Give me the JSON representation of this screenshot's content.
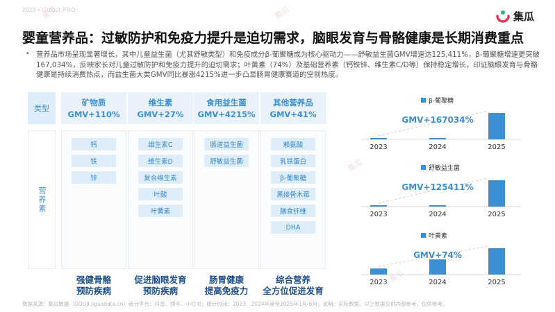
{
  "page": {
    "watermark_text": "集瓜",
    "top_url": "2023 • GUOJI.PRO",
    "brand": "集瓜",
    "title": "婴童营养品：过敏防护和免疫力提升是迫切需求，脑眼发育与骨骼健康是长期消费重点",
    "description": "营养品市场呈现显著增长，其中儿童益生菌（尤其舒敏类型）和免疫成分β-葡聚糖成为核心驱动力——舒敏益生菌GMV增速达125,411%，β-葡聚糖增速更突破167,034%，反映家长对儿童过敏防护和免疫力提升的迫切需求；叶黄素（74%）及基础营养素（钙铁锌、维生素C/D等）保持稳定增长，印证脑眼发育与骨骼健康是持续消费热点，而益生菌大类GMV同比暴涨4215%进一步凸显肠胃健康赛道的空前热度。",
    "bullet": "•",
    "footer": "数据来源：集瓜数据（GOUJI.jiguadata.cn）统计平台：抖音、快手、小红书；统计时间：2023、2024年度至2025年1月-6月；说明：实际数据，以上数据仅供内部参考，仅供参考。"
  },
  "table": {
    "row_labels": {
      "category": "类型",
      "nutrients": "营养素"
    },
    "columns": [
      {
        "name": "矿物质",
        "gmv": "GMV+110%",
        "items": [
          "钙",
          "铁",
          "锌"
        ],
        "benefit": [
          "强健骨骼",
          "预防疾病"
        ]
      },
      {
        "name": "维生素",
        "gmv": "GMV+27%",
        "items": [
          "维生素C",
          "维生素D",
          "复合维生素",
          "叶酸",
          "叶黄素"
        ],
        "benefit": [
          "促进脑眼发育",
          "预防疾病"
        ]
      },
      {
        "name": "食用益生菌",
        "gmv": "GMV+4215%",
        "items": [
          "肠道益生菌",
          "舒敏益生菌"
        ],
        "benefit": [
          "肠胃健康",
          "提高免疫力"
        ]
      },
      {
        "name": "其他营养品",
        "gmv": "GMV+41%",
        "items": [
          "赖氨酸",
          "乳铁蛋白",
          "β-葡聚糖",
          "黑接骨木莓",
          "膳食纤维",
          "DHA"
        ],
        "benefit": [
          "综合营养",
          "全方位促进发育"
        ]
      }
    ]
  },
  "chart_data": [
    {
      "type": "bar",
      "series": [
        {
          "name": "β-葡聚糖",
          "values": [
            0,
            1,
            1671
          ]
        }
      ],
      "categories": [
        "2023",
        "2024",
        "2025"
      ],
      "annotation": "GMV+167034%",
      "trend_line": "dashed",
      "color": "#3d8fd3"
    },
    {
      "type": "bar",
      "series": [
        {
          "name": "舒敏益生菌",
          "values": [
            0,
            1,
            1255
          ]
        }
      ],
      "categories": [
        "2023",
        "2024",
        "2025"
      ],
      "annotation": "GMV+125411%",
      "trend_line": "dashed",
      "color": "#3d8fd3"
    },
    {
      "type": "bar",
      "series": [
        {
          "name": "叶黄素",
          "values": [
            40,
            100,
            174
          ]
        }
      ],
      "categories": [
        "2023",
        "2024",
        "2025"
      ],
      "annotation": "GMV+74%",
      "trend_line": "dashed",
      "color": "#3d8fd3"
    }
  ]
}
